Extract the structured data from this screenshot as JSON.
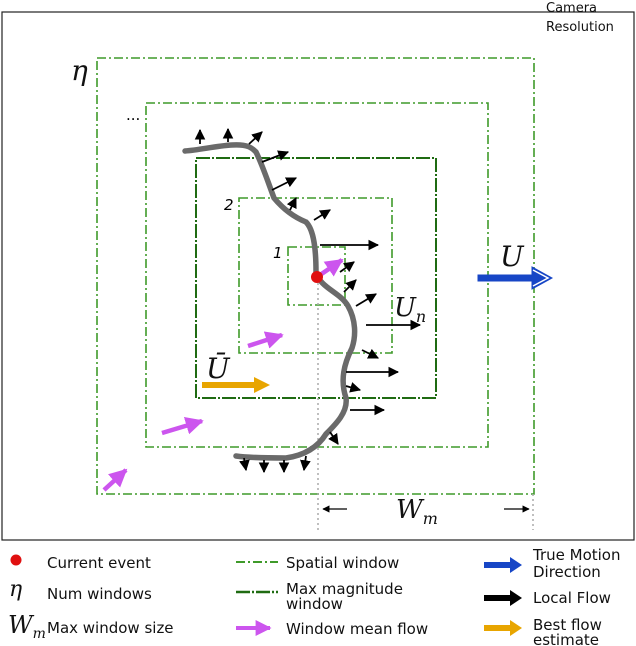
{
  "corner_label": [
    "Camera",
    "Resolution"
  ],
  "diagram": {
    "eta_symbol": "η",
    "ellipsis": "...",
    "window_label_2": "2",
    "window_label_1": "1",
    "u_label": "U",
    "un_label_main": "U",
    "un_label_sub": "n",
    "ubar_label": "Ū",
    "wm_label_main": "W",
    "wm_label_sub": "m"
  },
  "legend": {
    "current_event": "Current event",
    "num_windows": "Num windows",
    "num_windows_symbol": "η",
    "max_window_size": "Max window size",
    "max_window_symbol_main": "W",
    "max_window_symbol_sub": "m",
    "spatial_window": "Spatial window",
    "max_magnitude_window": [
      "Max magnitude",
      "window"
    ],
    "window_mean_flow": "Window mean flow",
    "true_motion_direction": [
      "True Motion",
      "Direction"
    ],
    "local_flow": "Local Flow",
    "best_flow_estimate": [
      "Best flow",
      "estimate"
    ]
  },
  "colors": {
    "spatial_window": "#3f9a2a",
    "max_magnitude_window": "#1f6b12",
    "current_event": "#e01010",
    "true_motion": "#1746c6",
    "local_flow": "#000000",
    "mean_flow": "#cc55ee",
    "best_flow": "#e8a500",
    "edge_curve": "#6a6a6a"
  }
}
